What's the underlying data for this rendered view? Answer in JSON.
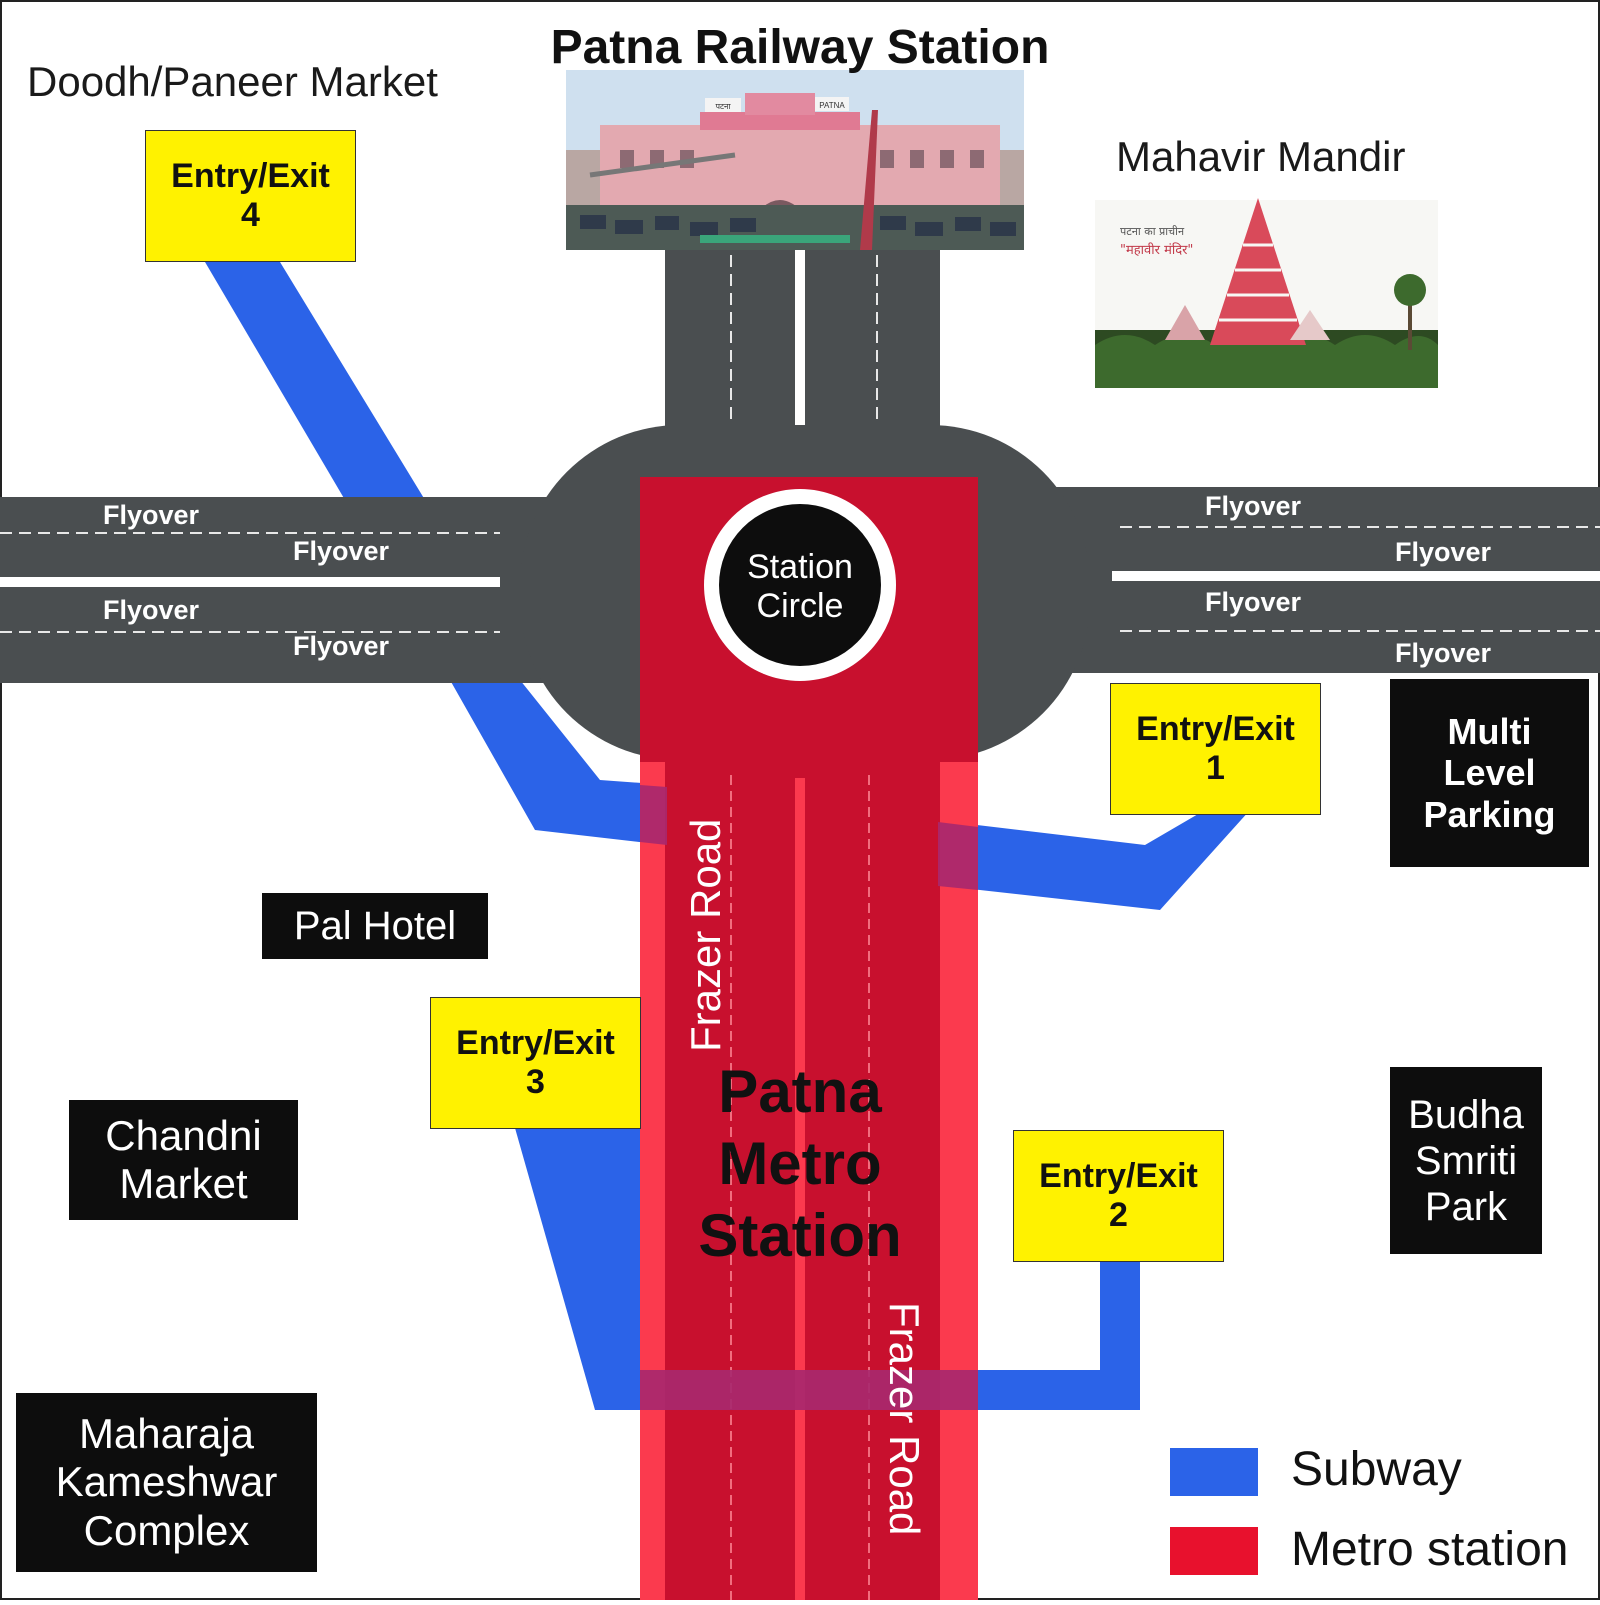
{
  "map": {
    "title": "Patna Railway Station",
    "metro_label": [
      "Patna",
      "Metro",
      "Station"
    ],
    "circle_label": [
      "Station",
      "Circle"
    ],
    "road_label": "Frazer Road",
    "flyover_label": "Flyover",
    "places": {
      "dudh_market": "Doodh/Paneer Market",
      "mahavir": "Mahavir Mandir",
      "pal_hotel": "Pal Hotel",
      "chandni": [
        "Chandni",
        "Market"
      ],
      "maharaja": [
        "Maharaja",
        "Kameshwar",
        "Complex"
      ],
      "parking": [
        "Multi",
        "Level",
        "Parking"
      ],
      "budha": [
        "Budha",
        "Smriti",
        "Park"
      ]
    },
    "entries": [
      {
        "label": "Entry/Exit",
        "number": "1"
      },
      {
        "label": "Entry/Exit",
        "number": "2"
      },
      {
        "label": "Entry/Exit",
        "number": "3"
      },
      {
        "label": "Entry/Exit",
        "number": "4"
      }
    ],
    "temple_caption": [
      "पटना का प्राचीन",
      "\"महावीर मंदिर\""
    ],
    "photo_signs": [
      "PATNA",
      "पटना"
    ]
  },
  "legend": [
    {
      "label": "Subway",
      "color": "#2b63e8"
    },
    {
      "label": "Metro station",
      "color": "#e8112d"
    }
  ],
  "colors": {
    "road": "#4a4e50",
    "subway": "#2b63e8",
    "metro_dark": "#c8102e",
    "metro_light": "#fb3a4e",
    "entry_yellow": "#fff200"
  }
}
